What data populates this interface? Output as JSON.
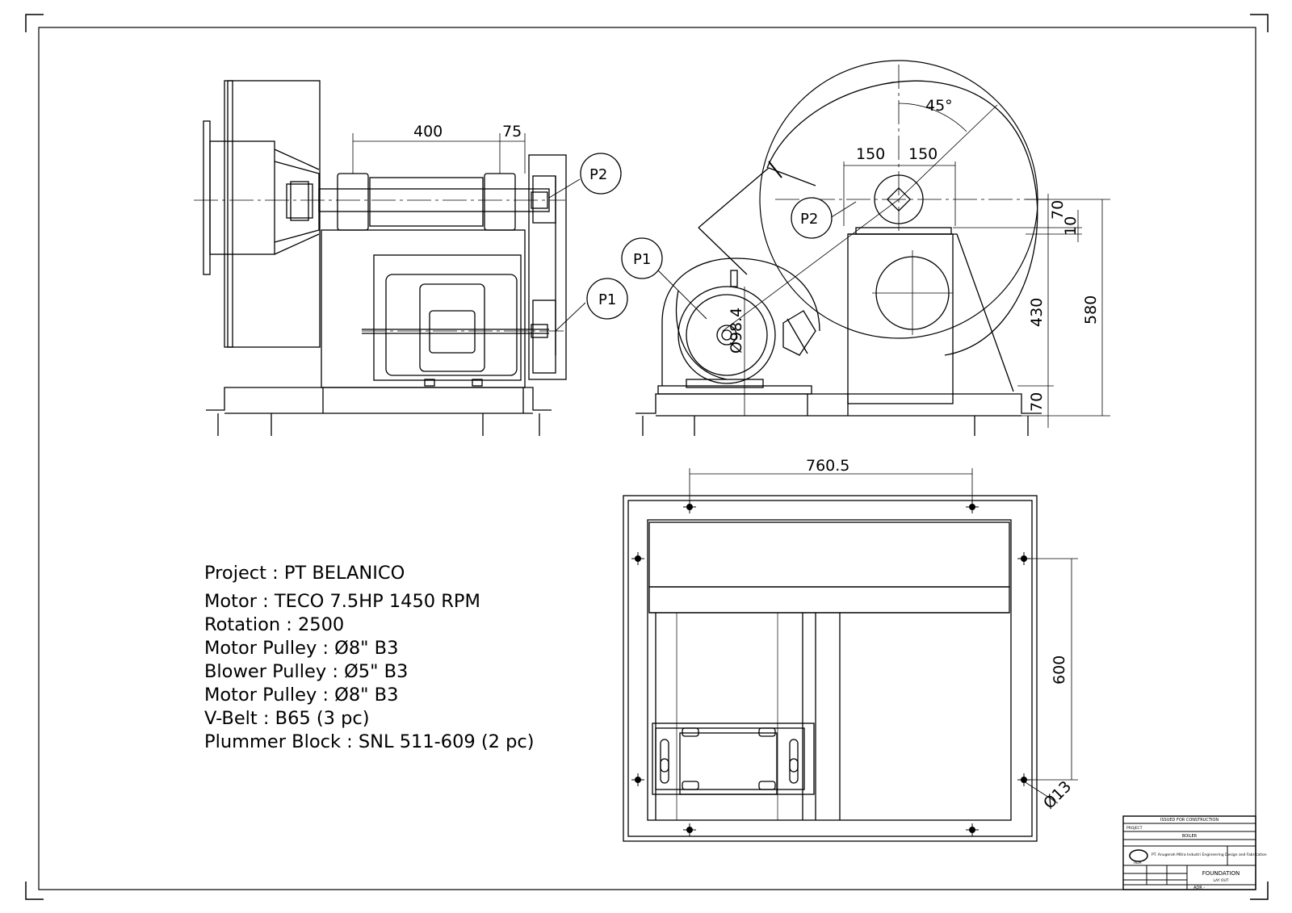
{
  "dimensions": {
    "side_shaft_length": "400",
    "side_pulley_offset": "75",
    "front_angle": "45°",
    "front_left_150": "150",
    "front_right_150": "150",
    "front_70_top": "70",
    "front_10": "10",
    "front_430": "430",
    "front_580": "580",
    "front_70_bottom": "70",
    "motor_dia": "Ø98.4",
    "plan_width": "760.5",
    "plan_depth": "600",
    "plan_hole": "Ø13"
  },
  "balloons": {
    "side_p2": "P2",
    "side_p1": "P1",
    "front_p2": "P2",
    "front_p1": "P1"
  },
  "specs": {
    "project": "Project : PT BELANICO",
    "motor": "Motor : TECO 7.5HP 1450 RPM",
    "rotation": "Rotation : 2500",
    "motor_pulley": "Motor Pulley : Ø8\" B3",
    "blower_pulley": "Blower Pulley : Ø5\" B3",
    "motor_pulley_2": "Motor Pulley : Ø8\" B3",
    "v_belt": "V-Belt : B65 (3 pc)",
    "plummer_block": "Plummer Block : SNL 511-609 (2 pc)"
  },
  "title_block": {
    "status": "ISSUED FOR CONSTRUCTION",
    "project_label": "PROJECT",
    "project_value": "BOILER",
    "company": "PT. Anugerah Mitra Industri Engineering Design and Fabrication",
    "drawing_title": "FOUNDATION",
    "drawing_subtitle": "LAY OUT",
    "logo_text": "ADR",
    "dwg_no": "ADR -"
  }
}
